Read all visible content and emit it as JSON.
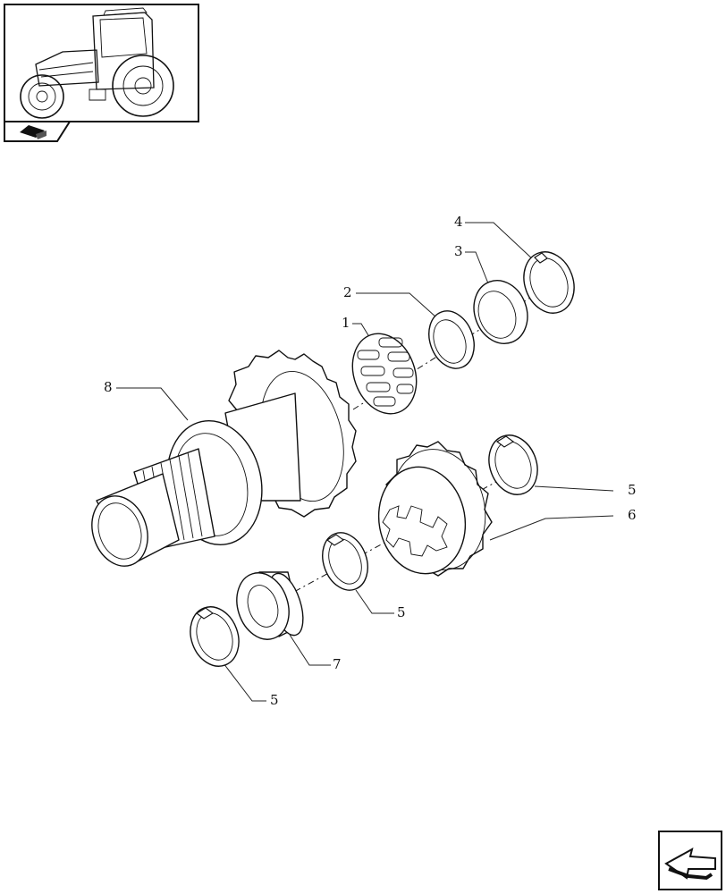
{
  "diagram": {
    "callouts": [
      {
        "id": "c1",
        "label": "1"
      },
      {
        "id": "c2",
        "label": "2"
      },
      {
        "id": "c3",
        "label": "3"
      },
      {
        "id": "c4",
        "label": "4"
      },
      {
        "id": "c5a",
        "label": "5"
      },
      {
        "id": "c5b",
        "label": "5"
      },
      {
        "id": "c5c",
        "label": "5"
      },
      {
        "id": "c6",
        "label": "6"
      },
      {
        "id": "c7",
        "label": "7"
      },
      {
        "id": "c8",
        "label": "8"
      }
    ]
  },
  "icons": {
    "thumbnail": "tractor-icon",
    "book": "book-icon",
    "navigation": "arrow-icon"
  }
}
